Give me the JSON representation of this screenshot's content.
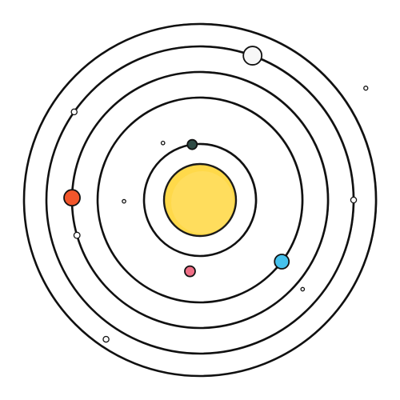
{
  "diagram": {
    "sun": {
      "color": "#ffd94a"
    },
    "orbit_color": "#111111",
    "planets": [
      {
        "id": "planet-dark-green",
        "orbit": 2,
        "color": "#2e4a44",
        "size": "small"
      },
      {
        "id": "planet-pink",
        "orbit": 3,
        "color": "#ef6f86",
        "size": "small"
      },
      {
        "id": "planet-blue",
        "orbit": 4,
        "color": "#45c2ee",
        "size": "medium"
      },
      {
        "id": "planet-orange-red",
        "orbit": 5,
        "color": "#f2562b",
        "size": "medium"
      },
      {
        "id": "planet-white-large",
        "orbit": 6,
        "color": "#f7f7f7",
        "size": "large"
      }
    ],
    "moons": [
      {
        "id": "moon-1",
        "orbit": 3,
        "color": "#ffffff"
      },
      {
        "id": "moon-2",
        "orbit": 4,
        "color": "#ffffff"
      },
      {
        "id": "moon-3",
        "orbit": 4,
        "color": "#ffffff"
      },
      {
        "id": "moon-4",
        "orbit": 5,
        "color": "#ffffff"
      },
      {
        "id": "moon-5",
        "orbit": 5,
        "color": "#ffffff"
      },
      {
        "id": "moon-6",
        "orbit": 6,
        "color": "#ffffff"
      },
      {
        "id": "moon-7",
        "orbit": 6,
        "color": "#ffffff"
      },
      {
        "id": "moon-8",
        "orbit": 6,
        "color": "#ffffff"
      }
    ]
  }
}
